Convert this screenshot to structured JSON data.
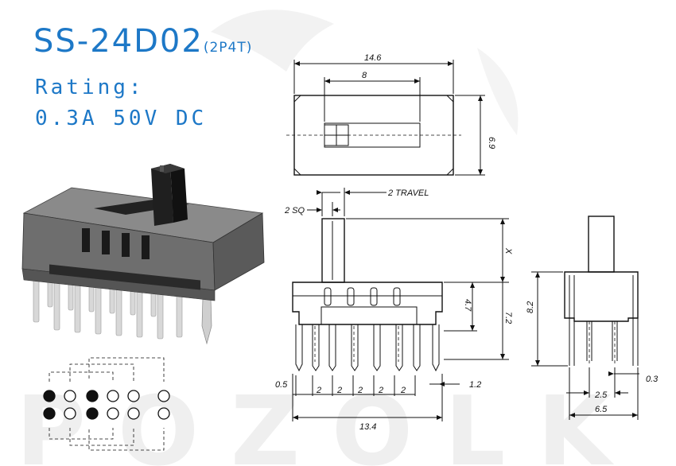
{
  "title": "SS-24D02",
  "subtitle": "(2P4T)",
  "rating_label": "Rating:",
  "rating_value": "0.3A  50V  DC",
  "watermark": "POZOLK",
  "dimensions": {
    "top_width": "14.6",
    "slot_width": "8",
    "top_height": "6.9",
    "pitch_label": "2 SQ",
    "travel": "2 TRAVEL",
    "actuator_height": "X",
    "body_height": "4.7",
    "total_height": "7.2",
    "pin_offset": "0.5",
    "pin_pitch": "2",
    "pin_thickness": "1.2",
    "base_width": "13.4",
    "side_height": "8.2",
    "pin_width": "0.3",
    "row_spacing": "2.5",
    "side_width": "6.5"
  },
  "circuit": {
    "row1": [
      "filled",
      "open",
      "filled",
      "open",
      "open",
      "open"
    ],
    "row2": [
      "filled",
      "open",
      "filled",
      "open",
      "open",
      "open"
    ]
  },
  "colors": {
    "title": "#1d78c7",
    "body": "#666666",
    "line": "#111111",
    "watermark": "#eeeeee"
  }
}
